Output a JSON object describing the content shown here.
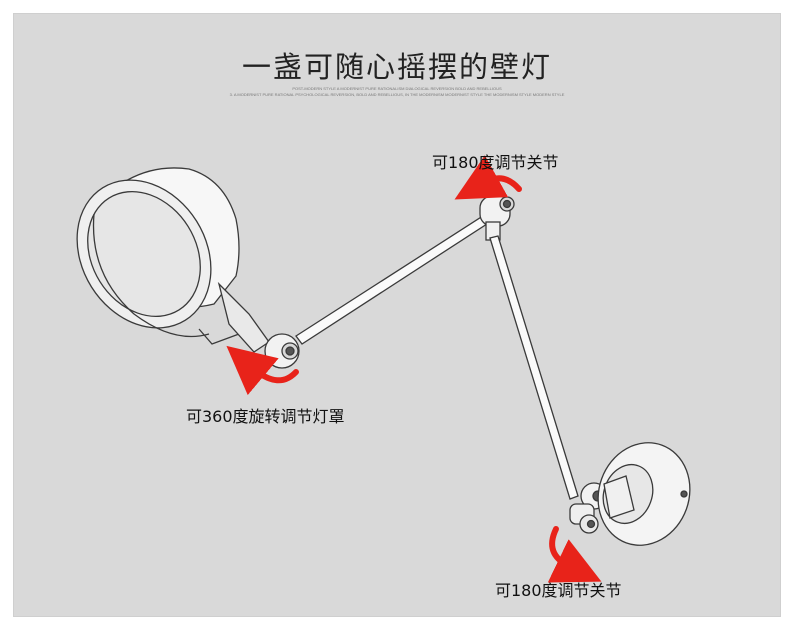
{
  "header": {
    "title": "一盏可随心摇摆的壁灯",
    "subtitle_line1": "POST-MODERN STYLE A MODERNIST PURE RATIONALISM DIALOGICAL REVERSION BOLD AND REBELLIOUS",
    "subtitle_line2": "3. A MODERNIST PURE RATIONAL PSYCHOLOGICAL REVERSION, BOLD AND REBELLIOUS, IN THE MODERNISM MODERNIST STYLE THE MODERNISM STYLE MODERN STYLE"
  },
  "annotations": {
    "top_joint": "可180度调节关节",
    "shade": "可360度旋转调节灯罩",
    "base_joint": "可180度调节关节"
  },
  "colors": {
    "panel_bg": "#d9d9d9",
    "arrow_red": "#e8231a",
    "line": "#3a3a3a"
  },
  "icons": [
    "rotation-arrow-icon",
    "rotation-arrow-icon",
    "rotation-arrow-icon"
  ]
}
